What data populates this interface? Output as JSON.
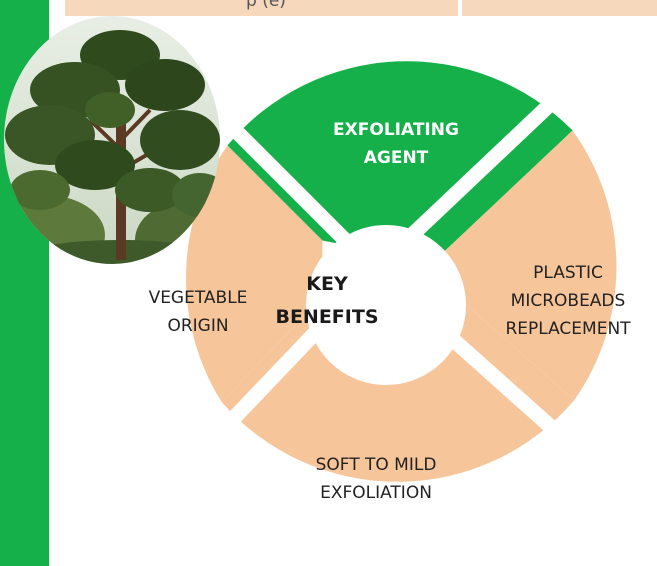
{
  "top_strip": {
    "partial_text": "p (e)"
  },
  "center": {
    "label": "KEY\nBENEFITS"
  },
  "segments": {
    "top": "EXFOLIATING\nAGENT",
    "right": "PLASTIC\nMICROBEADS\nREPLACEMENT",
    "bottom": "SOFT TO MILD\nEXFOLIATION",
    "left": "VEGETABLE\nORIGIN"
  },
  "colors": {
    "green": "#16b04a",
    "peach": "#f7c59a",
    "white": "#ffffff"
  },
  "image": {
    "subject": "pine-tree-photo"
  }
}
